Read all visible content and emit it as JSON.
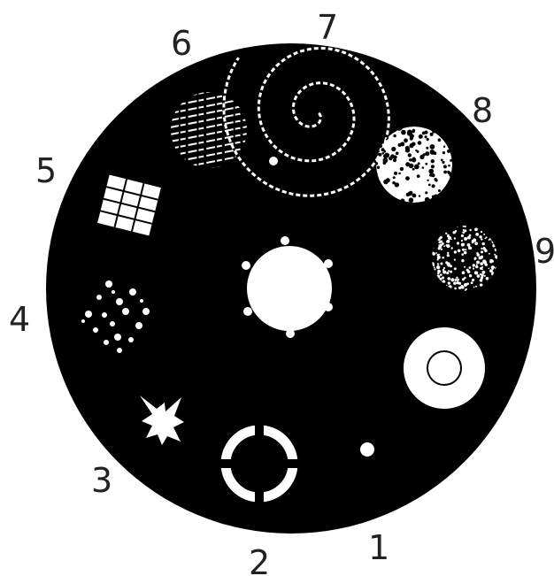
{
  "labels": [
    "1",
    "2",
    "3",
    "4",
    "5",
    "6",
    "7",
    "8",
    "9"
  ],
  "colors": {
    "wheel": "#000000",
    "gobo": "#ffffff",
    "text": "#222222",
    "background": "#ffffff"
  }
}
